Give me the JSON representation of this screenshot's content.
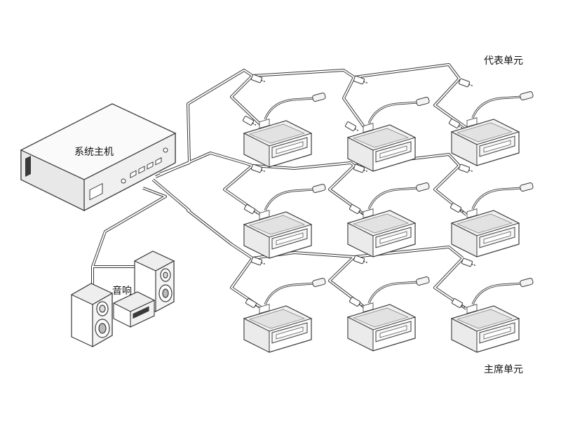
{
  "labels": {
    "host": "系统主机",
    "speaker": "音响",
    "delegate": "代表单元",
    "chairman": "主席单元"
  },
  "colors": {
    "line": "#3a3a3a",
    "cable": "#9a9a9a",
    "panel": "#d9d9d9",
    "background": "#ffffff"
  },
  "units": [
    {
      "row": 1,
      "col": 1
    },
    {
      "row": 1,
      "col": 2
    },
    {
      "row": 1,
      "col": 3
    },
    {
      "row": 2,
      "col": 1
    },
    {
      "row": 2,
      "col": 2
    },
    {
      "row": 2,
      "col": 3
    },
    {
      "row": 3,
      "col": 1,
      "type": "chairman"
    },
    {
      "row": 3,
      "col": 2,
      "type": "chairman"
    },
    {
      "row": 3,
      "col": 3,
      "type": "chairman"
    }
  ],
  "icons": [
    "system-host-icon",
    "speaker-icon",
    "amplifier-icon",
    "conference-unit-icon"
  ]
}
